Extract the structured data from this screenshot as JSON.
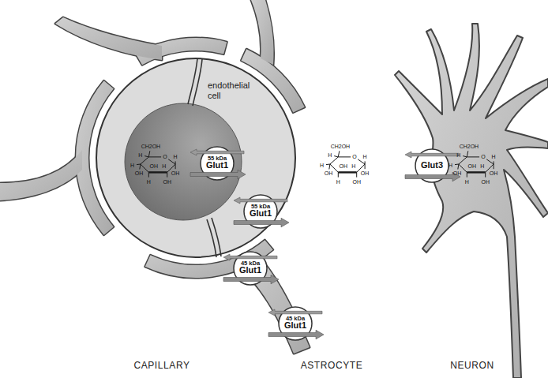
{
  "diagram": {
    "nodes": [
      {
        "text": [
          "endothelial cell"
        ]
      },
      {
        "text": [
          "55 kDa",
          "Glut1"
        ]
      },
      {
        "text": [
          "55 kDa",
          "Glut1"
        ]
      },
      {
        "text": [
          "45 kDa",
          "Glut1"
        ]
      },
      {
        "text": [
          "45 kDa",
          "Glut1"
        ]
      },
      {
        "text": [
          "Glut3"
        ]
      }
    ],
    "labels": [
      "CAPILLARY",
      "ASTROCYTE",
      "NEURON",
      "CH2OH",
      "O",
      "H",
      "H",
      "OH",
      "OH",
      "H",
      "H",
      "OH",
      "OH",
      "H",
      "CH2OH",
      "O",
      "H",
      "H",
      "OH",
      "OH",
      "H",
      "H",
      "OH",
      "OH",
      "H",
      "CH2OH",
      "O",
      "H",
      "H",
      "OH",
      "OH",
      "H",
      "H",
      "OH",
      "OH",
      "H"
    ]
  }
}
